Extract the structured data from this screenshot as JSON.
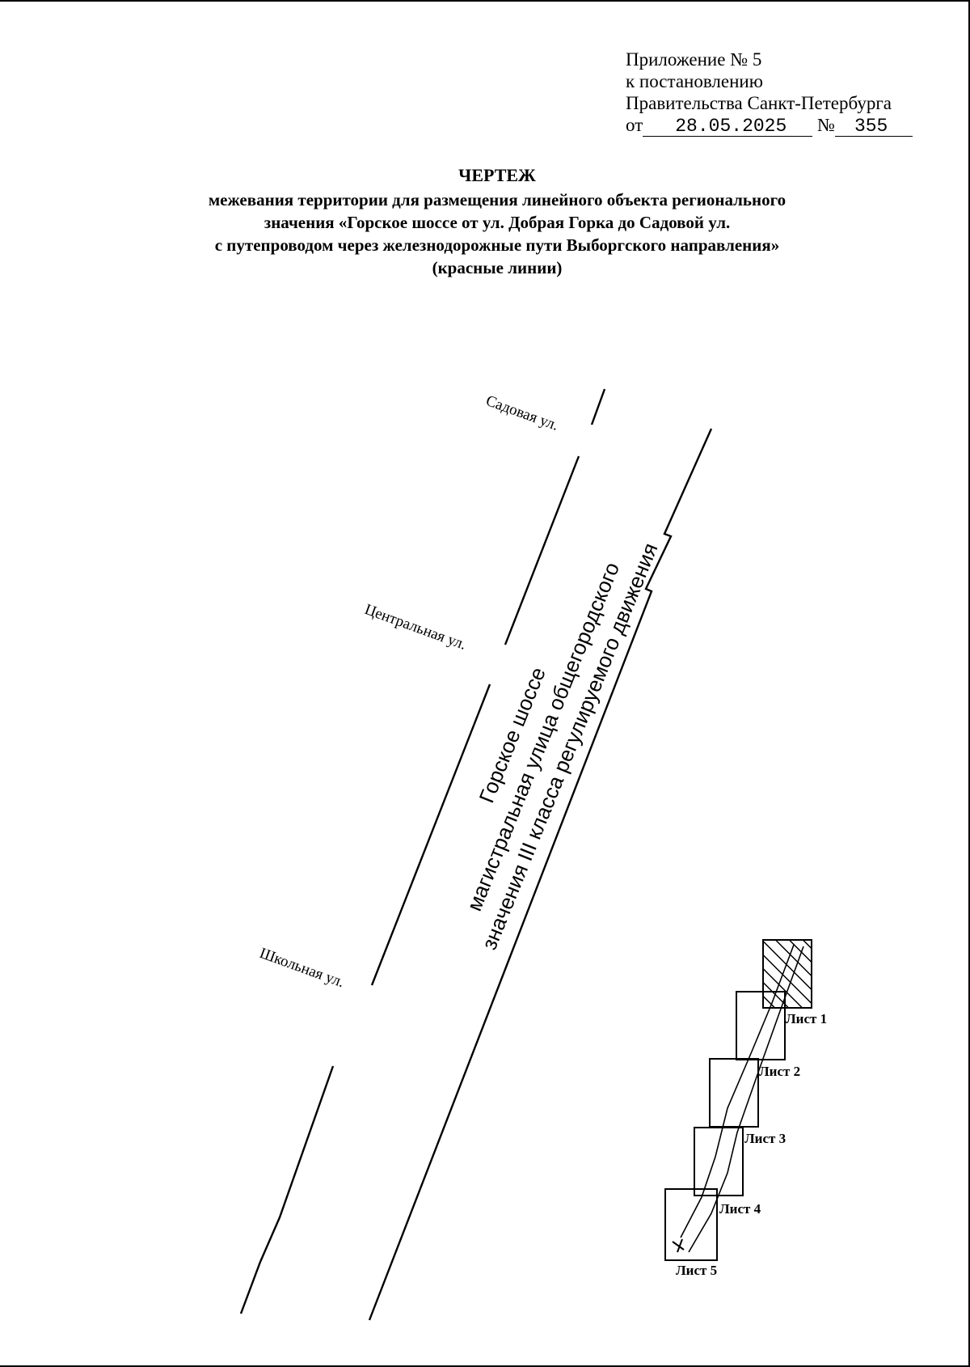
{
  "appendix": {
    "line1": "Приложение № 5",
    "line2": "к постановлению",
    "line3": "Правительства Санкт-Петербурга",
    "date_prefix": "от",
    "date": "28.05.2025",
    "number_prefix": "№",
    "number": "355"
  },
  "title": {
    "heading": "ЧЕРТЕЖ",
    "line1": "межевания территории для размещения линейного объекта регионального",
    "line2": "значения «Горское шоссе от ул. Добрая Горка до Садовой ул.",
    "line3": "с путепроводом через железнодорожные пути Выборгского направления»",
    "line4": "(красные линии)"
  },
  "map": {
    "streets": {
      "sadovaya": "Садовая ул.",
      "centralnaya": "Центральная ул.",
      "shkolnaya": "Школьная ул."
    },
    "road_label": {
      "line1": "Горское шоссе",
      "line2": "магистральная улица общегородского",
      "line3": "значения III класса регулируемого движения"
    },
    "sheets": [
      "Лист 1",
      "Лист 2",
      "Лист 3",
      "Лист 4",
      "Лист 5"
    ]
  }
}
